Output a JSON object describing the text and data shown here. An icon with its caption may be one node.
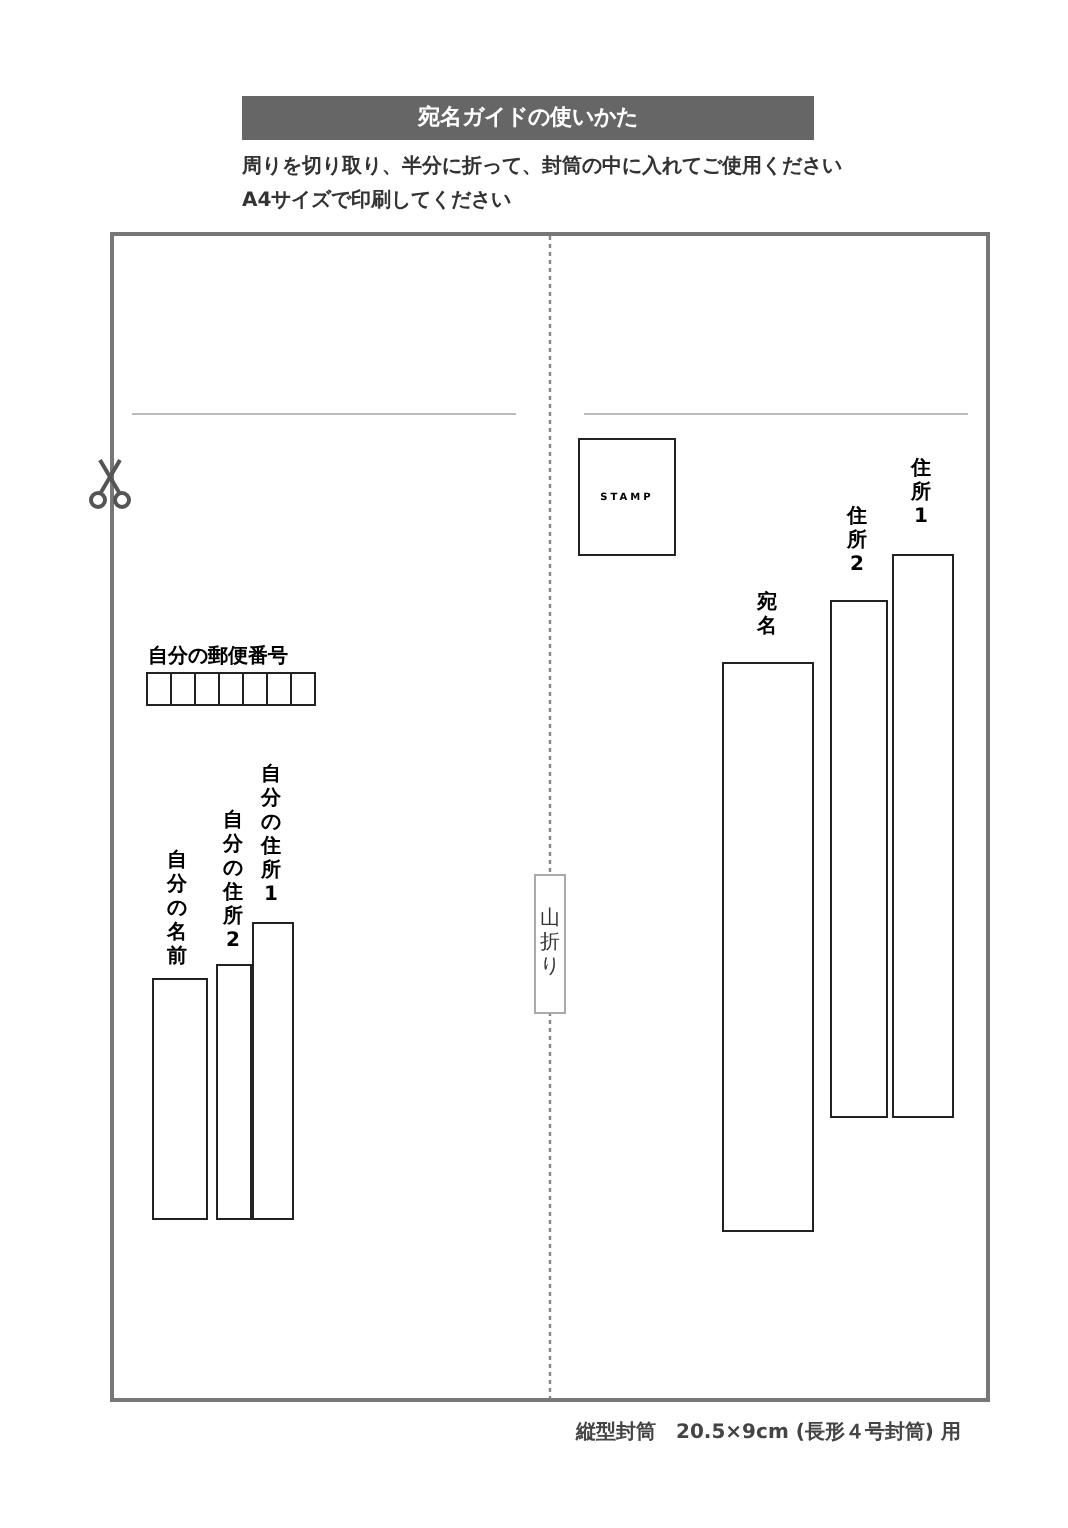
{
  "diagram": {
    "title": "宛名ガイドの使いかた",
    "nodes": [
      {
        "text": [
          "自分の郵便番号"
        ]
      },
      {
        "text": [],
        "shape": "box"
      },
      {
        "text": [],
        "shape": "box"
      },
      {
        "text": [],
        "shape": "box"
      },
      {
        "text": [],
        "shape": "box"
      },
      {
        "text": [],
        "shape": "box"
      },
      {
        "text": [],
        "shape": "box"
      },
      {
        "text": [],
        "shape": "box"
      },
      {
        "text": [
          "自分の名前"
        ]
      },
      {
        "text": [
          "自分の住所2"
        ]
      },
      {
        "text": [
          "自分の住所1"
        ]
      },
      {
        "text": [
          "STAMP"
        ]
      },
      {
        "text": [
          "宛名"
        ]
      },
      {
        "text": [
          "住所2"
        ]
      },
      {
        "text": [
          "住所1"
        ]
      },
      {
        "text": [
          "山折り"
        ]
      }
    ],
    "edges": [],
    "labels": [
      "周りを切り取り、半分に折って、封筒の中に入れてご使用ください",
      "A4サイズで印刷してください",
      "縦型封筒　20.5×9cm (長形４号封筒) 用"
    ]
  }
}
